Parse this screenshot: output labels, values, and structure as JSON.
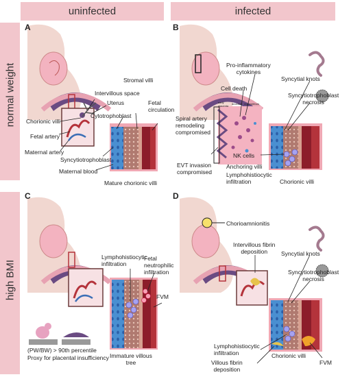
{
  "headers": {
    "uninfected": "uninfected",
    "infected": "infected"
  },
  "rows": {
    "top": "normal weight",
    "bottom": "high BMI"
  },
  "panels": {
    "A": {
      "letter": "A",
      "labels": {
        "intervillous_space": "Intervillous space",
        "uterus": "Uterus",
        "stromal_villi": "Stromal villi",
        "chorionic_villi": "Chorionic villi",
        "cytotrophoblast": "Cytotrophoblast",
        "fetal_circulation": "Fetal\ncirculation",
        "fetal_artery": "Fetal artery",
        "maternal_artery": "Maternal artery",
        "syncytiotrophoblast": "Syncytiotrophoblast",
        "maternal_blood": "Maternal blood",
        "mature_chorionic_villi": "Mature chorionic villi"
      }
    },
    "B": {
      "letter": "B",
      "labels": {
        "pro_inflammatory": "Pro-inflammatory\ncytokines",
        "syncytial_knots": "Syncytial knots",
        "cell_death": "Cell death",
        "syncytiotrophoblast_necrosis": "Syncytiotrophoblast\nnecrosis",
        "spiral_artery": "Spiral artery\nremodeling\ncompromised",
        "nk_cells": "NK cells",
        "evt_invasion": "EVT invasion\ncompromised",
        "anchoring_villi": "Anchoring  villi",
        "lymphohistiocytic": "Lymphohistiocytic\ninfiltration",
        "chorionic_villi": "Chorionic villi",
        "tiny_1": "early\nplacenta",
        "tiny_2": "decidua",
        "tiny_3": "myometrium"
      }
    },
    "C": {
      "letter": "C",
      "labels": {
        "lymphohistiocytic": "Lymphohistiocytic\ninfiltration",
        "fetal_neutrophilic": "Fetal\nneutrophilic\ninfiltration",
        "fvm": "FVM",
        "pwbw": "(PW/BW) > 90th percentile",
        "proxy": "Proxy for placental insufficiency",
        "immature_villous_tree": "Immature villous\ntree"
      }
    },
    "D": {
      "letter": "D",
      "labels": {
        "chorioamnionitis": "Chorioamnionitis",
        "intervillous_fibrin": "Intervillous fibrin\ndeposition",
        "syncytial_knots": "Syncytial knots",
        "syncytiotrophoblast_necrosis": "Syncytiotrophoblast\nnecrosis",
        "lymphohistiocytic": "Lymphohistiocytic\ninfiltration",
        "chorionic_villi": "Chorionic villi",
        "fvm": "FVM",
        "villous_fibrin": "Villous fibrin\ndeposition"
      }
    }
  },
  "colors": {
    "header_bg": "#f2c6cc",
    "skin": "#f1d7d0",
    "belly_pink": "#f3b3c0",
    "placenta_purple": "#6a4b82",
    "vessel_red": "#b4333b",
    "vessel_blue": "#3b6fb6",
    "syncytio_blue": "#4a8fd1",
    "stroma_brown": "#a5726a",
    "fetal_red": "#8c1d2a"
  }
}
